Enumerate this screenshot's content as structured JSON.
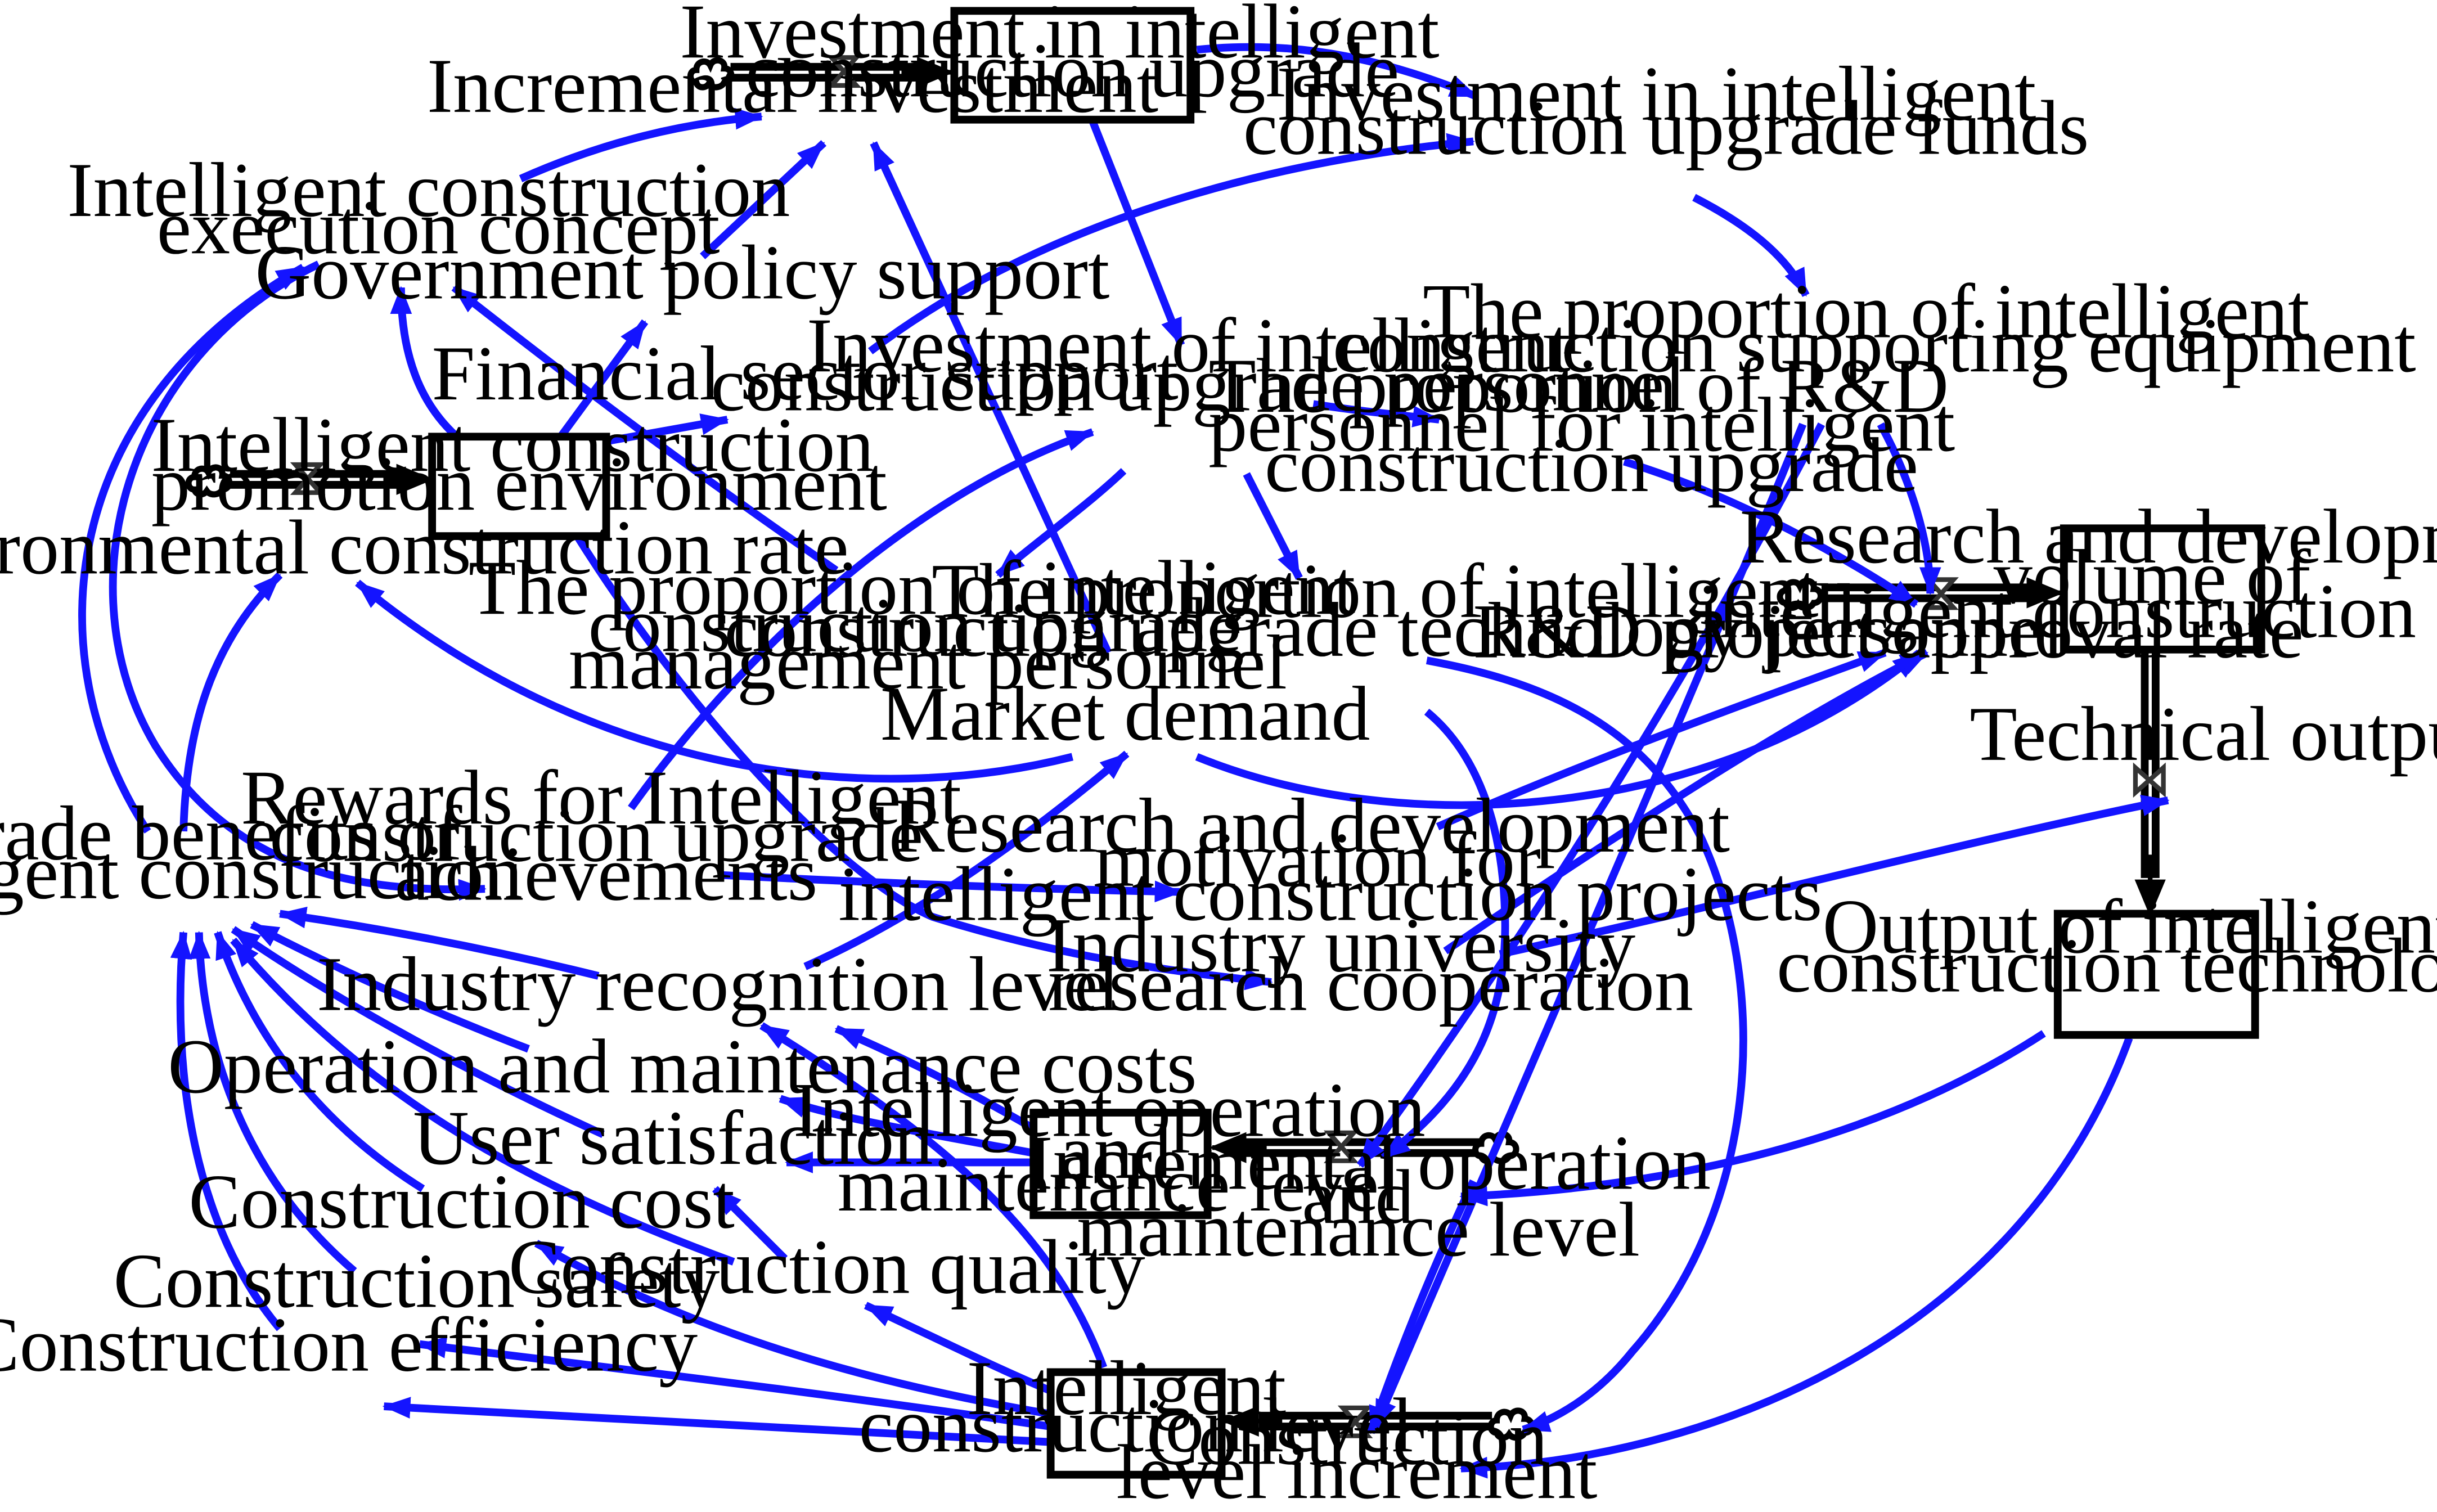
{
  "stocks": {
    "investment": [
      "Investment in intelligent",
      "construction upgrade"
    ],
    "promotion_env": [
      "Intelligent construction",
      "promotion environment"
    ],
    "rd_volume": [
      "Research and development",
      "volume of",
      "intelligent construction design"
    ],
    "tech_output": [
      "Output of intelligent",
      "construction technology"
    ],
    "om_level": [
      "Intelligent operation",
      "and",
      "maintenance level"
    ],
    "construction_level": [
      "Intelligent",
      "construction level"
    ]
  },
  "rates": {
    "incremental_investment": [
      "Incremental investment"
    ],
    "env_construction_rate": [
      "Environmental construction rate"
    ],
    "rd_approval_rate": [
      "R&D project approval rate"
    ],
    "technical_output_rate": [
      "Technical output rate"
    ],
    "incremental_om": [
      "Incremental operation",
      "and",
      "maintenance level"
    ],
    "construction_increment": [
      "Construction",
      "level increment"
    ]
  },
  "variables": {
    "upgrade_funds": [
      "Investment in intelligent",
      "construction upgrade funds"
    ],
    "execution_concept": [
      "Intelligent construction",
      "execution concept"
    ],
    "gov_policy": [
      "Government policy support"
    ],
    "financial_support": [
      "Financial sector support"
    ],
    "upgrade_personnel": [
      "Investment of intelligent",
      "construction upgrade personnel"
    ],
    "supporting_equipment": [
      "The proportion of intelligent",
      "construction supporting equipment"
    ],
    "rd_personnel": [
      "The proportion of R&D",
      "personnel for intelligent",
      "construction upgrade"
    ],
    "management_personnel": [
      "The proportion of intelligent",
      "construction upgrade",
      "management personnel"
    ],
    "technology_personnel": [
      "The proportion of intelligent",
      "construction upgrade technology personnel"
    ],
    "market_demand": [
      "Market demand"
    ],
    "rewards": [
      "Rewards for Intelligent",
      "construction upgrade",
      "achievements"
    ],
    "rd_motivation": [
      "Research and development",
      "motivation for",
      "intelligent construction projects"
    ],
    "upgrade_benefits": [
      "Upgrade benefits of",
      "intelligent construction"
    ],
    "industry_recognition": [
      "Industry recognition level"
    ],
    "industry_university": [
      "Industry university",
      "research cooperation"
    ],
    "om_costs": [
      "Operation and maintenance costs"
    ],
    "user_satisfaction": [
      "User satisfaction"
    ],
    "construction_cost": [
      "Construction cost"
    ],
    "construction_quality": [
      "Construction quality"
    ],
    "construction_safety": [
      "Construction safety"
    ],
    "construction_efficiency": [
      "Construction efficiency"
    ]
  },
  "colors": {
    "link": "#1414ff",
    "stock_border": "#000000",
    "flow_pipe": "#000000",
    "text": "#000000",
    "background": "#ffffff"
  },
  "icons": [
    "cloud-source-icon",
    "valve-icon",
    "arrowhead-icon"
  ]
}
